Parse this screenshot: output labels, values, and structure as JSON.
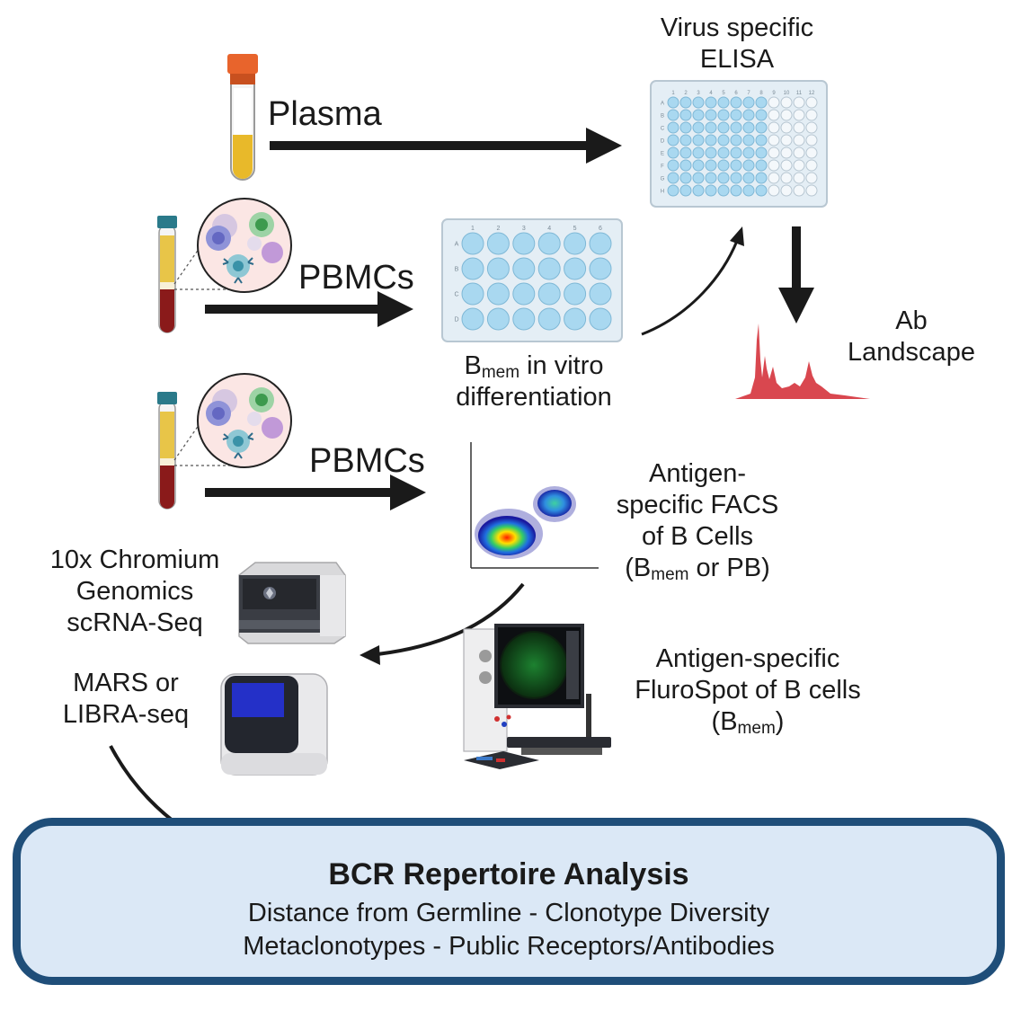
{
  "labels": {
    "plasma": "Plasma",
    "pbmcs_1": "PBMCs",
    "pbmcs_2": "PBMCs",
    "elisa_line1": "Virus specific",
    "elisa_line2": "ELISA",
    "ab_line1": "Ab",
    "ab_line2": "Landscape",
    "bmem_b": "B",
    "bmem_sub": "mem",
    "bmem_rest": " in vitro",
    "bmem_line2": "differentiation",
    "facs_line1": "Antigen-",
    "facs_line2": "specific FACS",
    "facs_line3": "of B Cells",
    "facs_line4_pre": "(B",
    "facs_line4_sub": "mem",
    "facs_line4_post": " or PB)",
    "chromium_line1": "10x Chromium",
    "chromium_line2": "Genomics",
    "chromium_line3": "scRNA-Seq",
    "mars_line1": "MARS or",
    "mars_line2": "LIBRA-seq",
    "fluro_line1": "Antigen-specific",
    "fluro_line2": "FluroSpot of B cells",
    "fluro_line3_pre": "(B",
    "fluro_line3_sub": "mem",
    "fluro_line3_post": ")"
  },
  "plate_24": {
    "columns": [
      "1",
      "2",
      "3",
      "4",
      "5",
      "6"
    ],
    "rows": [
      "A",
      "B",
      "C",
      "D"
    ]
  },
  "plate_96": {
    "columns": [
      "1",
      "2",
      "3",
      "4",
      "5",
      "6",
      "7",
      "8",
      "9",
      "10",
      "11",
      "12"
    ],
    "rows": [
      "A",
      "B",
      "C",
      "D",
      "E",
      "F",
      "G",
      "H"
    ]
  },
  "bcr": {
    "title": "BCR Repertoire Analysis",
    "line1": "Distance from Germline - Clonotype Diversity",
    "line2": "Metaclonotypes - Public Receptors/Antibodies"
  },
  "colors": {
    "arrow": "#1a1a1a",
    "box_border": "#1f4e79",
    "box_fill": "#dbe8f6",
    "well": "#a9d8f0",
    "landscape": "#d9474f"
  }
}
